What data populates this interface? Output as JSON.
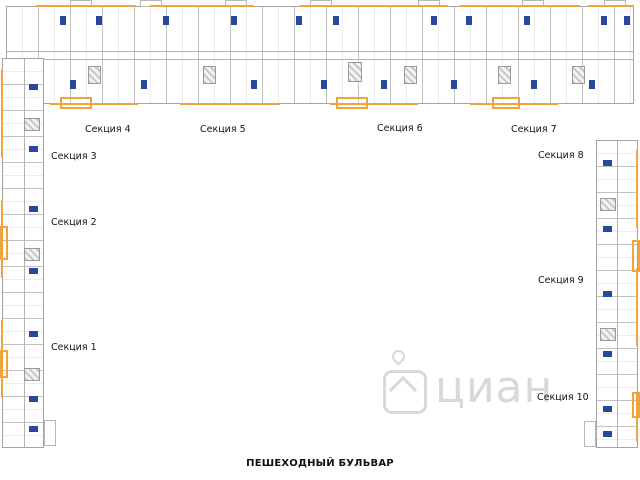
{
  "sections": [
    {
      "label": "Секция 1"
    },
    {
      "label": "Секция 2"
    },
    {
      "label": "Секция 3"
    },
    {
      "label": "Секция 4"
    },
    {
      "label": "Секция 5"
    },
    {
      "label": "Секция 6"
    },
    {
      "label": "Секция 7"
    },
    {
      "label": "Секция 8"
    },
    {
      "label": "Секция 9"
    },
    {
      "label": "Секция 10"
    }
  ],
  "street": {
    "label": "ПЕШЕХОДНЫЙ БУЛЬВАР"
  },
  "watermark": {
    "text": "циан"
  },
  "colors": {
    "fixture": "#27489b",
    "accent": "#f2a33c",
    "wm": "#d9d9d9",
    "wall": "#b3b3b3"
  }
}
